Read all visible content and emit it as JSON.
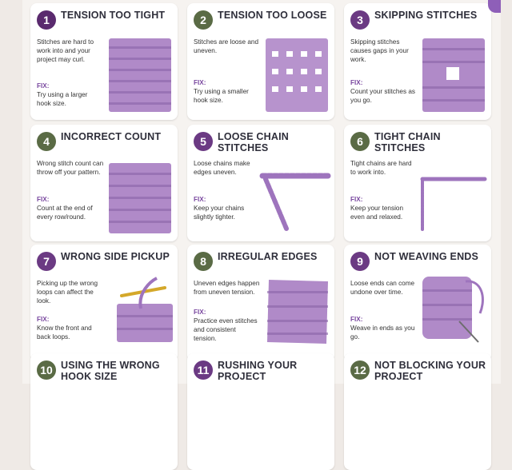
{
  "colors": {
    "yarn": "#b08ac8",
    "yarn_dark": "#8a64a8",
    "badge": "#5a6b45",
    "fix": "#7b4aa0"
  },
  "cards": [
    {
      "num": "1",
      "title": "TENSION TOO TIGHT",
      "desc": "Stitches are hard to work into and your project may curl.",
      "fix_label": "FIX:",
      "fix": "Try using a larger hook size."
    },
    {
      "num": "2",
      "title": "TENSION TOO LOOSE",
      "desc": "Stitches are loose and uneven.",
      "fix_label": "FIX:",
      "fix": "Try using a smaller hook size."
    },
    {
      "num": "3",
      "title": "SKIPPING STITCHES",
      "desc": "Skipping stitches causes gaps in your work.",
      "fix_label": "FIX:",
      "fix": "Count your stitches as you go."
    },
    {
      "num": "4",
      "title": "INCORRECT COUNT",
      "desc": "Wrong stitch count can throw off your pattern.",
      "fix_label": "FIX:",
      "fix": "Count at the end of every row/round."
    },
    {
      "num": "5",
      "title": "LOOSE CHAIN STITCHES",
      "desc": "Loose chains make edges uneven.",
      "fix_label": "FIX:",
      "fix": "Keep your chains slightly tighter."
    },
    {
      "num": "6",
      "title": "TIGHT CHAIN STITCHES",
      "desc": "Tight chains are hard to work into.",
      "fix_label": "FIX:",
      "fix": "Keep your tension even and relaxed."
    },
    {
      "num": "7",
      "title": "WRONG SIDE PICKUP",
      "desc": "Picking up the wrong loops can affect the look.",
      "fix_label": "FIX:",
      "fix": "Know the front and back loops."
    },
    {
      "num": "8",
      "title": "IRREGULAR EDGES",
      "desc": "Uneven edges happen from uneven tension.",
      "fix_label": "FIX:",
      "fix": "Practice even stitches and consistent tension."
    },
    {
      "num": "9",
      "title": "NOT WEAVING ENDS",
      "desc": "Loose ends can come undone over time.",
      "fix_label": "FIX:",
      "fix": "Weave in ends as you go."
    },
    {
      "num": "10",
      "title": "USING THE WRONG HOOK SIZE",
      "desc": "",
      "fix_label": "",
      "fix": ""
    },
    {
      "num": "11",
      "title": "RUSHING YOUR PROJECT",
      "desc": "",
      "fix_label": "",
      "fix": ""
    },
    {
      "num": "12",
      "title": "NOT BLOCKING YOUR PROJECT",
      "desc": "",
      "fix_label": "",
      "fix": ""
    }
  ]
}
